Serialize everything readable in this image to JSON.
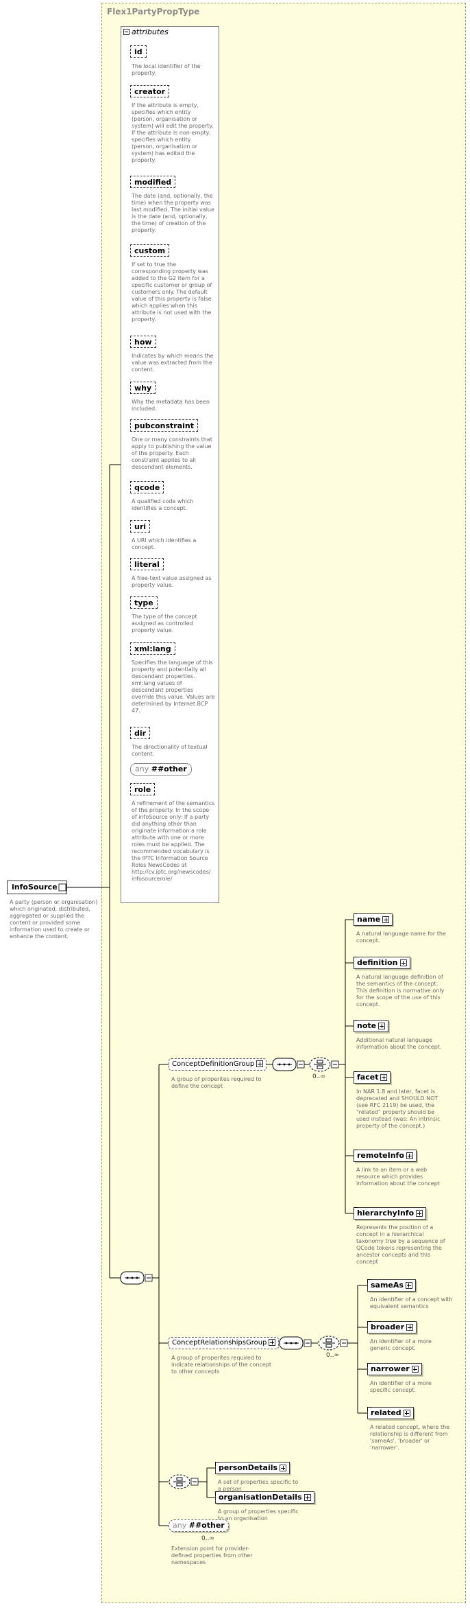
{
  "type_name": "Flex1PartyPropType",
  "attributes_label": "attributes",
  "attributes": [
    {
      "name": "id",
      "desc": "The local identifier of the property."
    },
    {
      "name": "creator",
      "desc": "If the attribute is empty, specifies which entity (person, organisation or system) will edit the property. If the attribute is non-empty, specifies which entity (person, organisation or system) has edited the property."
    },
    {
      "name": "modified",
      "desc": "The date (and, optionally, the time) when the property was last modified. The initial value is the date (and, optionally, the time) of creation of the property."
    },
    {
      "name": "custom",
      "desc": "If set to true the corresponding property was added to the G2 Item for a specific customer or group of customers only. The default value of this property is false which applies when this attribute is not used with the property."
    },
    {
      "name": "how",
      "desc": "Indicates by which means the value was extracted from the content."
    },
    {
      "name": "why",
      "desc": "Why the metadata has been included."
    },
    {
      "name": "pubconstraint",
      "desc": "One or many constraints that apply to publishing the value of the property. Each constraint applies to all descendant elements."
    },
    {
      "name": "qcode",
      "desc": "A qualified code which identifies a concept."
    },
    {
      "name": "uri",
      "desc": "A URI which identifies a concept."
    },
    {
      "name": "literal",
      "desc": "A free-text value assigned as property value."
    },
    {
      "name": "type",
      "desc": "The type of the concept assigned as controlled property value."
    },
    {
      "name": "xml:lang",
      "desc": "Specifies the language of this property and potentially all descendant properties. xml:lang values of descendant properties override this value. Values are determined by Internet BCP 47."
    },
    {
      "name": "dir",
      "desc": "The directionality of textual content."
    }
  ],
  "any_attribute": {
    "keyword": "any",
    "value": "##other"
  },
  "role_attribute": {
    "name": "role",
    "desc": "A refinement of the semantics of the property. In the scope of infoSource only: If a party did anything other than originate information a role attribute with one or more roles must be applied. The recommended vocabulary is the IPTC Information Source Roles NewsCodes at http://cv.iptc.org/newscodes/ infosourcerole/"
  },
  "root": {
    "name": "infoSource",
    "desc": "A party (person or organisation) which originated, distributed, aggregated or supplied the content or provided some information used to create or enhance the content."
  },
  "groups": {
    "concept_definition": {
      "name": "ConceptDefinitionGroup",
      "desc": "A group of properites required to define the concept",
      "cardinality": "0..∞"
    },
    "concept_relationships": {
      "name": "ConceptRelationshipsGroup",
      "desc": "A group of properites required to indicate relationships of the concept to other concepts",
      "cardinality": "0..∞"
    }
  },
  "definition_elements": [
    {
      "name": "name",
      "desc": "A natural language name for the concept."
    },
    {
      "name": "definition",
      "desc": "A natural language definition of the semantics of the concept. This definition is normative only for the scope of the use of this concept."
    },
    {
      "name": "note",
      "desc": "Additional natural language information about the concept."
    },
    {
      "name": "facet",
      "desc": "In NAR 1.8 and later, facet is deprecated and SHOULD NOT (see RFC 2119) be used, the \"related\" property should be used instead (was: An intrinsic property of the concept.)"
    },
    {
      "name": "remoteInfo",
      "desc": "A link to an item or a web resource which provides information about the concept"
    },
    {
      "name": "hierarchyInfo",
      "desc": "Represents the position of a concept in a hierarchical taxonomy tree by a sequence of QCode tokens representing the ancestor concepts and this concept"
    }
  ],
  "relationship_elements": [
    {
      "name": "sameAs",
      "desc": "An identifier of a concept with equivalent semantics"
    },
    {
      "name": "broader",
      "desc": "An identifier of a more generic concept."
    },
    {
      "name": "narrower",
      "desc": "An identifier of a more specific concept."
    },
    {
      "name": "related",
      "desc": "A related concept, where the relationship is different from 'sameAs', 'broader' or 'narrower'."
    }
  ],
  "choice_elements": [
    {
      "name": "personDetails",
      "desc": "A set of properties specific to a person"
    },
    {
      "name": "organisationDetails",
      "desc": "A group of properties specific to an organisation"
    }
  ],
  "any_element": {
    "keyword": "any",
    "value": "##other",
    "cardinality": "0..∞",
    "desc": "Extension point for provider-defined properties from other namespaces"
  }
}
